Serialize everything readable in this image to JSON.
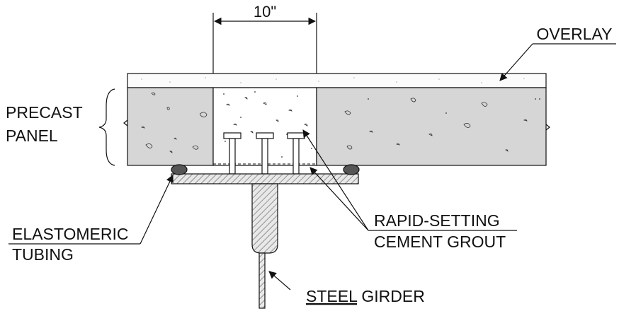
{
  "dimension": {
    "value": "10\""
  },
  "labels": {
    "overlay": "OVERLAY",
    "precast_line1": "PRECAST",
    "precast_line2": "PANEL",
    "grout_line1": "RAPID-SETTING",
    "grout_line2": "CEMENT GROUT",
    "tubing_line1": "ELASTOMERIC",
    "tubing_line2": "TUBING",
    "girder_part1": "STEEL",
    "girder_part2": "GIRDER"
  },
  "colors": {
    "panel_fill": "#d6d6d6",
    "grout_fill": "#ffffff",
    "tubing_fill": "#555555",
    "line": "#111111"
  }
}
